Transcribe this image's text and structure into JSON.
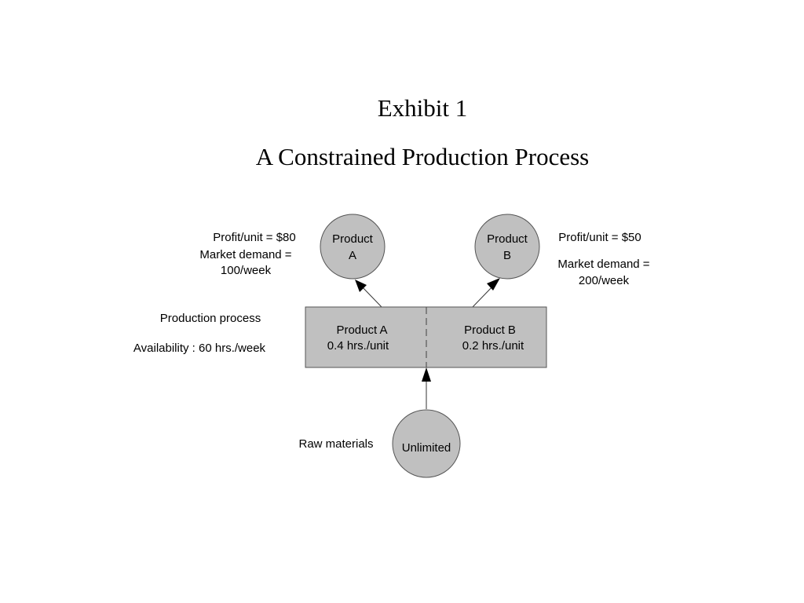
{
  "title": "Exhibit 1",
  "subtitle": "A Constrained Production Process",
  "nodes": {
    "product_a": {
      "line1": "Product",
      "line2": "A"
    },
    "product_b": {
      "line1": "Product",
      "line2": "B"
    },
    "raw": {
      "label": "Unlimited"
    }
  },
  "annotations": {
    "product_a": {
      "profit": "Profit/unit = $80",
      "demand_line1": "Market demand =",
      "demand_line2": "100/week"
    },
    "product_b": {
      "profit": "Profit/unit = $50",
      "demand_line1": "Market demand =",
      "demand_line2": "200/week"
    },
    "process": {
      "label": "Production process",
      "availability": "Availability : 60 hrs./week"
    },
    "raw_materials": "Raw materials"
  },
  "process_box": {
    "left": {
      "name": "Product A",
      "rate": "0.4 hrs./unit"
    },
    "right": {
      "name": "Product B",
      "rate": "0.2 hrs./unit"
    }
  },
  "colors": {
    "fill": "#c0c0c0",
    "stroke": "#555555"
  }
}
